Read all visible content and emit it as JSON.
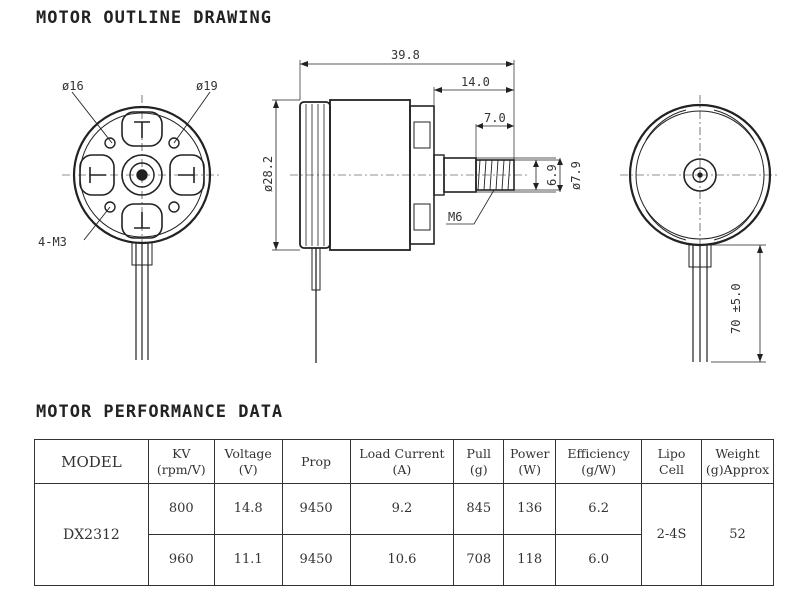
{
  "headings": {
    "drawing": "MOTOR OUTLINE DRAWING",
    "performance": "MOTOR PERFORMANCE DATA"
  },
  "drawing": {
    "front": {
      "diam_inner": "ø16",
      "diam_outer": "ø19",
      "holes": "4-M3"
    },
    "side": {
      "overall_length": "39.8",
      "shaft_length": "14.0",
      "thread_length": "7.0",
      "body_diam": "ø28.2",
      "thread_diam": "6.9",
      "shaft_diam": "ø7.9",
      "thread": "M6"
    },
    "back": {
      "lead_length": "70 ±5.0"
    }
  },
  "performance": {
    "headers": {
      "model": "MODEL",
      "kv": [
        "KV",
        "(rpm/V)"
      ],
      "voltage": [
        "Voltage",
        "(V)"
      ],
      "prop": "Prop",
      "load_current": [
        "Load Current",
        "(A)"
      ],
      "pull": [
        "Pull",
        "(g)"
      ],
      "power": [
        "Power",
        "(W)"
      ],
      "efficiency": [
        "Efficiency",
        "(g/W)"
      ],
      "lipo": [
        "Lipo",
        "Cell"
      ],
      "weight": [
        "Weight",
        "(g)Approx"
      ]
    },
    "model": "DX2312",
    "lipo": "2-4S",
    "weight": "52",
    "rows": [
      {
        "kv": "800",
        "voltage": "14.8",
        "prop": "9450",
        "current": "9.2",
        "pull": "845",
        "power": "136",
        "efficiency": "6.2"
      },
      {
        "kv": "960",
        "voltage": "11.1",
        "prop": "9450",
        "current": "10.6",
        "pull": "708",
        "power": "118",
        "efficiency": "6.0"
      }
    ]
  }
}
